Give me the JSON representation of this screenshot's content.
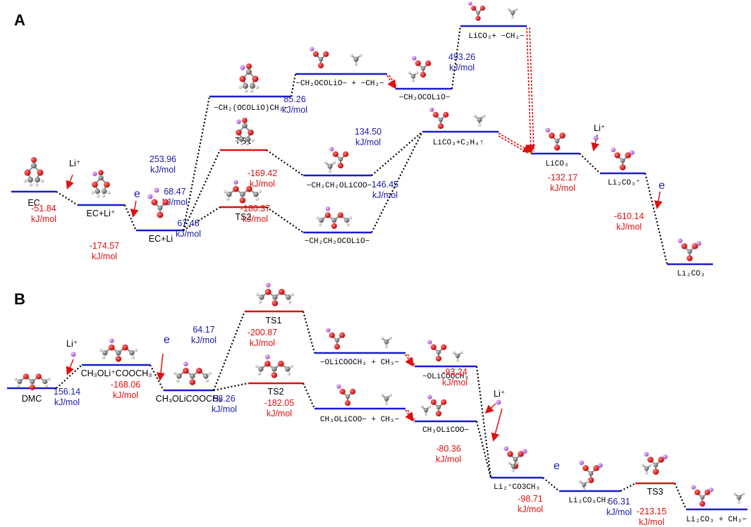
{
  "panels": [
    {
      "letter": "A",
      "levels": [
        {
          "id": "a_ec",
          "label": "EC",
          "color": "blue"
        },
        {
          "id": "a_ecli",
          "label": "EC+Li⁺",
          "color": "blue"
        },
        {
          "id": "a_ecli2",
          "label": "EC+Li",
          "color": "blue"
        },
        {
          "id": "a_ch2",
          "label": "−CH₂(OCOLiO)CH₂−",
          "color": "blue"
        },
        {
          "id": "a_ts1",
          "label": "TS1",
          "color": "red"
        },
        {
          "id": "a_ts2",
          "label": "TS2",
          "color": "red"
        },
        {
          "id": "a_ch2co",
          "label": "−CH₂OCOLiO− + −CH₂−",
          "color": "blue"
        },
        {
          "id": "a_ch2ch2oli",
          "label": "−CH₂CH₂OLiCOO−",
          "color": "blue"
        },
        {
          "id": "a_ch2ch2ocoli",
          "label": "−CH₂CH₂OCOLiO−",
          "color": "blue"
        },
        {
          "id": "a_ch2ocoli",
          "label": "−CH₂OCOLiO−",
          "color": "blue"
        },
        {
          "id": "a_lico3c2h4",
          "label": "LiCO₃+C₂H₄↑",
          "color": "blue"
        },
        {
          "id": "a_lico3ch2",
          "label": "LiCO₃+ −CH₂−",
          "color": "blue"
        },
        {
          "id": "a_lico3",
          "label": "LiCO₃",
          "color": "blue"
        },
        {
          "id": "a_li2co3p",
          "label": "Li₂CO₃⁺",
          "color": "blue"
        },
        {
          "id": "a_li2co3",
          "label": "Li₂CO₃",
          "color": "blue"
        }
      ],
      "energies": [
        {
          "id": "ae1",
          "value": "-51.84",
          "unit": "kJ/mol",
          "color": "red"
        },
        {
          "id": "ae2",
          "value": "-174.57",
          "unit": "kJ/mol",
          "color": "red"
        },
        {
          "id": "ae3",
          "value": "253.96",
          "unit": "kJ/mol",
          "color": "blue"
        },
        {
          "id": "ae4",
          "value": "68.47",
          "unit": "kJ/mol",
          "color": "blue"
        },
        {
          "id": "ae5",
          "value": "67.48",
          "unit": "kJ/mol",
          "color": "blue"
        },
        {
          "id": "ae6",
          "value": "85.26",
          "unit": "kJ/mol",
          "color": "blue"
        },
        {
          "id": "ae7",
          "value": "-169.42",
          "unit": "kJ/mol",
          "color": "red"
        },
        {
          "id": "ae8",
          "value": "-180.37",
          "unit": "kJ/mol",
          "color": "red"
        },
        {
          "id": "ae9",
          "value": "134.50",
          "unit": "kJ/mol",
          "color": "blue"
        },
        {
          "id": "ae10",
          "value": "146.45",
          "unit": "kJ/mol",
          "color": "blue"
        },
        {
          "id": "ae11",
          "value": "493.26",
          "unit": "kJ/mol",
          "color": "blue"
        },
        {
          "id": "ae12",
          "value": "-132.17",
          "unit": "kJ/mol",
          "color": "red"
        },
        {
          "id": "ae13",
          "value": "-610.14",
          "unit": "kJ/mol",
          "color": "red"
        }
      ],
      "annotations": {
        "li_1": "Li⁺",
        "e_1": "e",
        "li_2": "Li⁺",
        "e_2": "e"
      }
    },
    {
      "letter": "B",
      "levels": [
        {
          "id": "b_dmc",
          "label": "DMC",
          "color": "blue"
        },
        {
          "id": "b_ch3oli",
          "label": "CH₃OLi⁺COOCH₃",
          "color": "blue"
        },
        {
          "id": "b_ch3olicooch3",
          "label": "CH₃OLiCOOCH₃",
          "color": "blue"
        },
        {
          "id": "b_ts1",
          "label": "TS1",
          "color": "red"
        },
        {
          "id": "b_ts2",
          "label": "TS2",
          "color": "red"
        },
        {
          "id": "b_olicooch3ch3",
          "label": "−OLiCOOCH₃ + CH₃−",
          "color": "blue"
        },
        {
          "id": "b_ch3olicooch3m",
          "label": "CH₃OLiCOO− + CH₃−",
          "color": "blue"
        },
        {
          "id": "b_olicooch3",
          "label": "−OLiCOOCH₃",
          "color": "blue"
        },
        {
          "id": "b_ch3olicoo",
          "label": "CH₃OLiCOO−",
          "color": "blue"
        },
        {
          "id": "b_li2co3ch3p",
          "label": "Li₂⁺CO3CH₃",
          "color": "blue"
        },
        {
          "id": "b_li2co3ch3",
          "label": "Li₂CO₃CH₃",
          "color": "blue"
        },
        {
          "id": "b_ts3",
          "label": "TS3",
          "color": "red"
        },
        {
          "id": "b_li2co3ch3m",
          "label": "Li₂CO₃ + CH₃−",
          "color": "blue"
        }
      ],
      "energies": [
        {
          "id": "be1",
          "value": "156.14",
          "unit": "kJ/mol",
          "color": "blue"
        },
        {
          "id": "be2",
          "value": "-168.06",
          "unit": "kJ/mol",
          "color": "red"
        },
        {
          "id": "be3",
          "value": "64.17",
          "unit": "kJ/mol",
          "color": "blue"
        },
        {
          "id": "be4",
          "value": "58.26",
          "unit": "kJ/mol",
          "color": "blue"
        },
        {
          "id": "be5",
          "value": "-200.87",
          "unit": "kJ/mol",
          "color": "red"
        },
        {
          "id": "be6",
          "value": "-182.05",
          "unit": "kJ/mol",
          "color": "red"
        },
        {
          "id": "be7",
          "value": "-93.24",
          "unit": "kJ/mol",
          "color": "red"
        },
        {
          "id": "be8",
          "value": "-80.36",
          "unit": "kJ/mol",
          "color": "red"
        },
        {
          "id": "be9",
          "value": "-98.71",
          "unit": "kJ/mol",
          "color": "red"
        },
        {
          "id": "be10",
          "value": "56.31",
          "unit": "kJ/mol",
          "color": "blue"
        },
        {
          "id": "be11",
          "value": "-213.15",
          "unit": "kJ/mol",
          "color": "red"
        }
      ],
      "annotations": {
        "li_1": "Li⁺",
        "e_1": "e",
        "li_2": "Li⁺",
        "e_2": "e"
      }
    }
  ],
  "colors": {
    "blue": "#1a1ad0",
    "red": "#e01010",
    "energy_blue": "#1a1aa8",
    "energy_red": "#e01010",
    "oxygen": "#e01010",
    "carbon": "#7a7a7a",
    "hydrogen": "#d8d8d8",
    "lithium": "#c070e0"
  }
}
